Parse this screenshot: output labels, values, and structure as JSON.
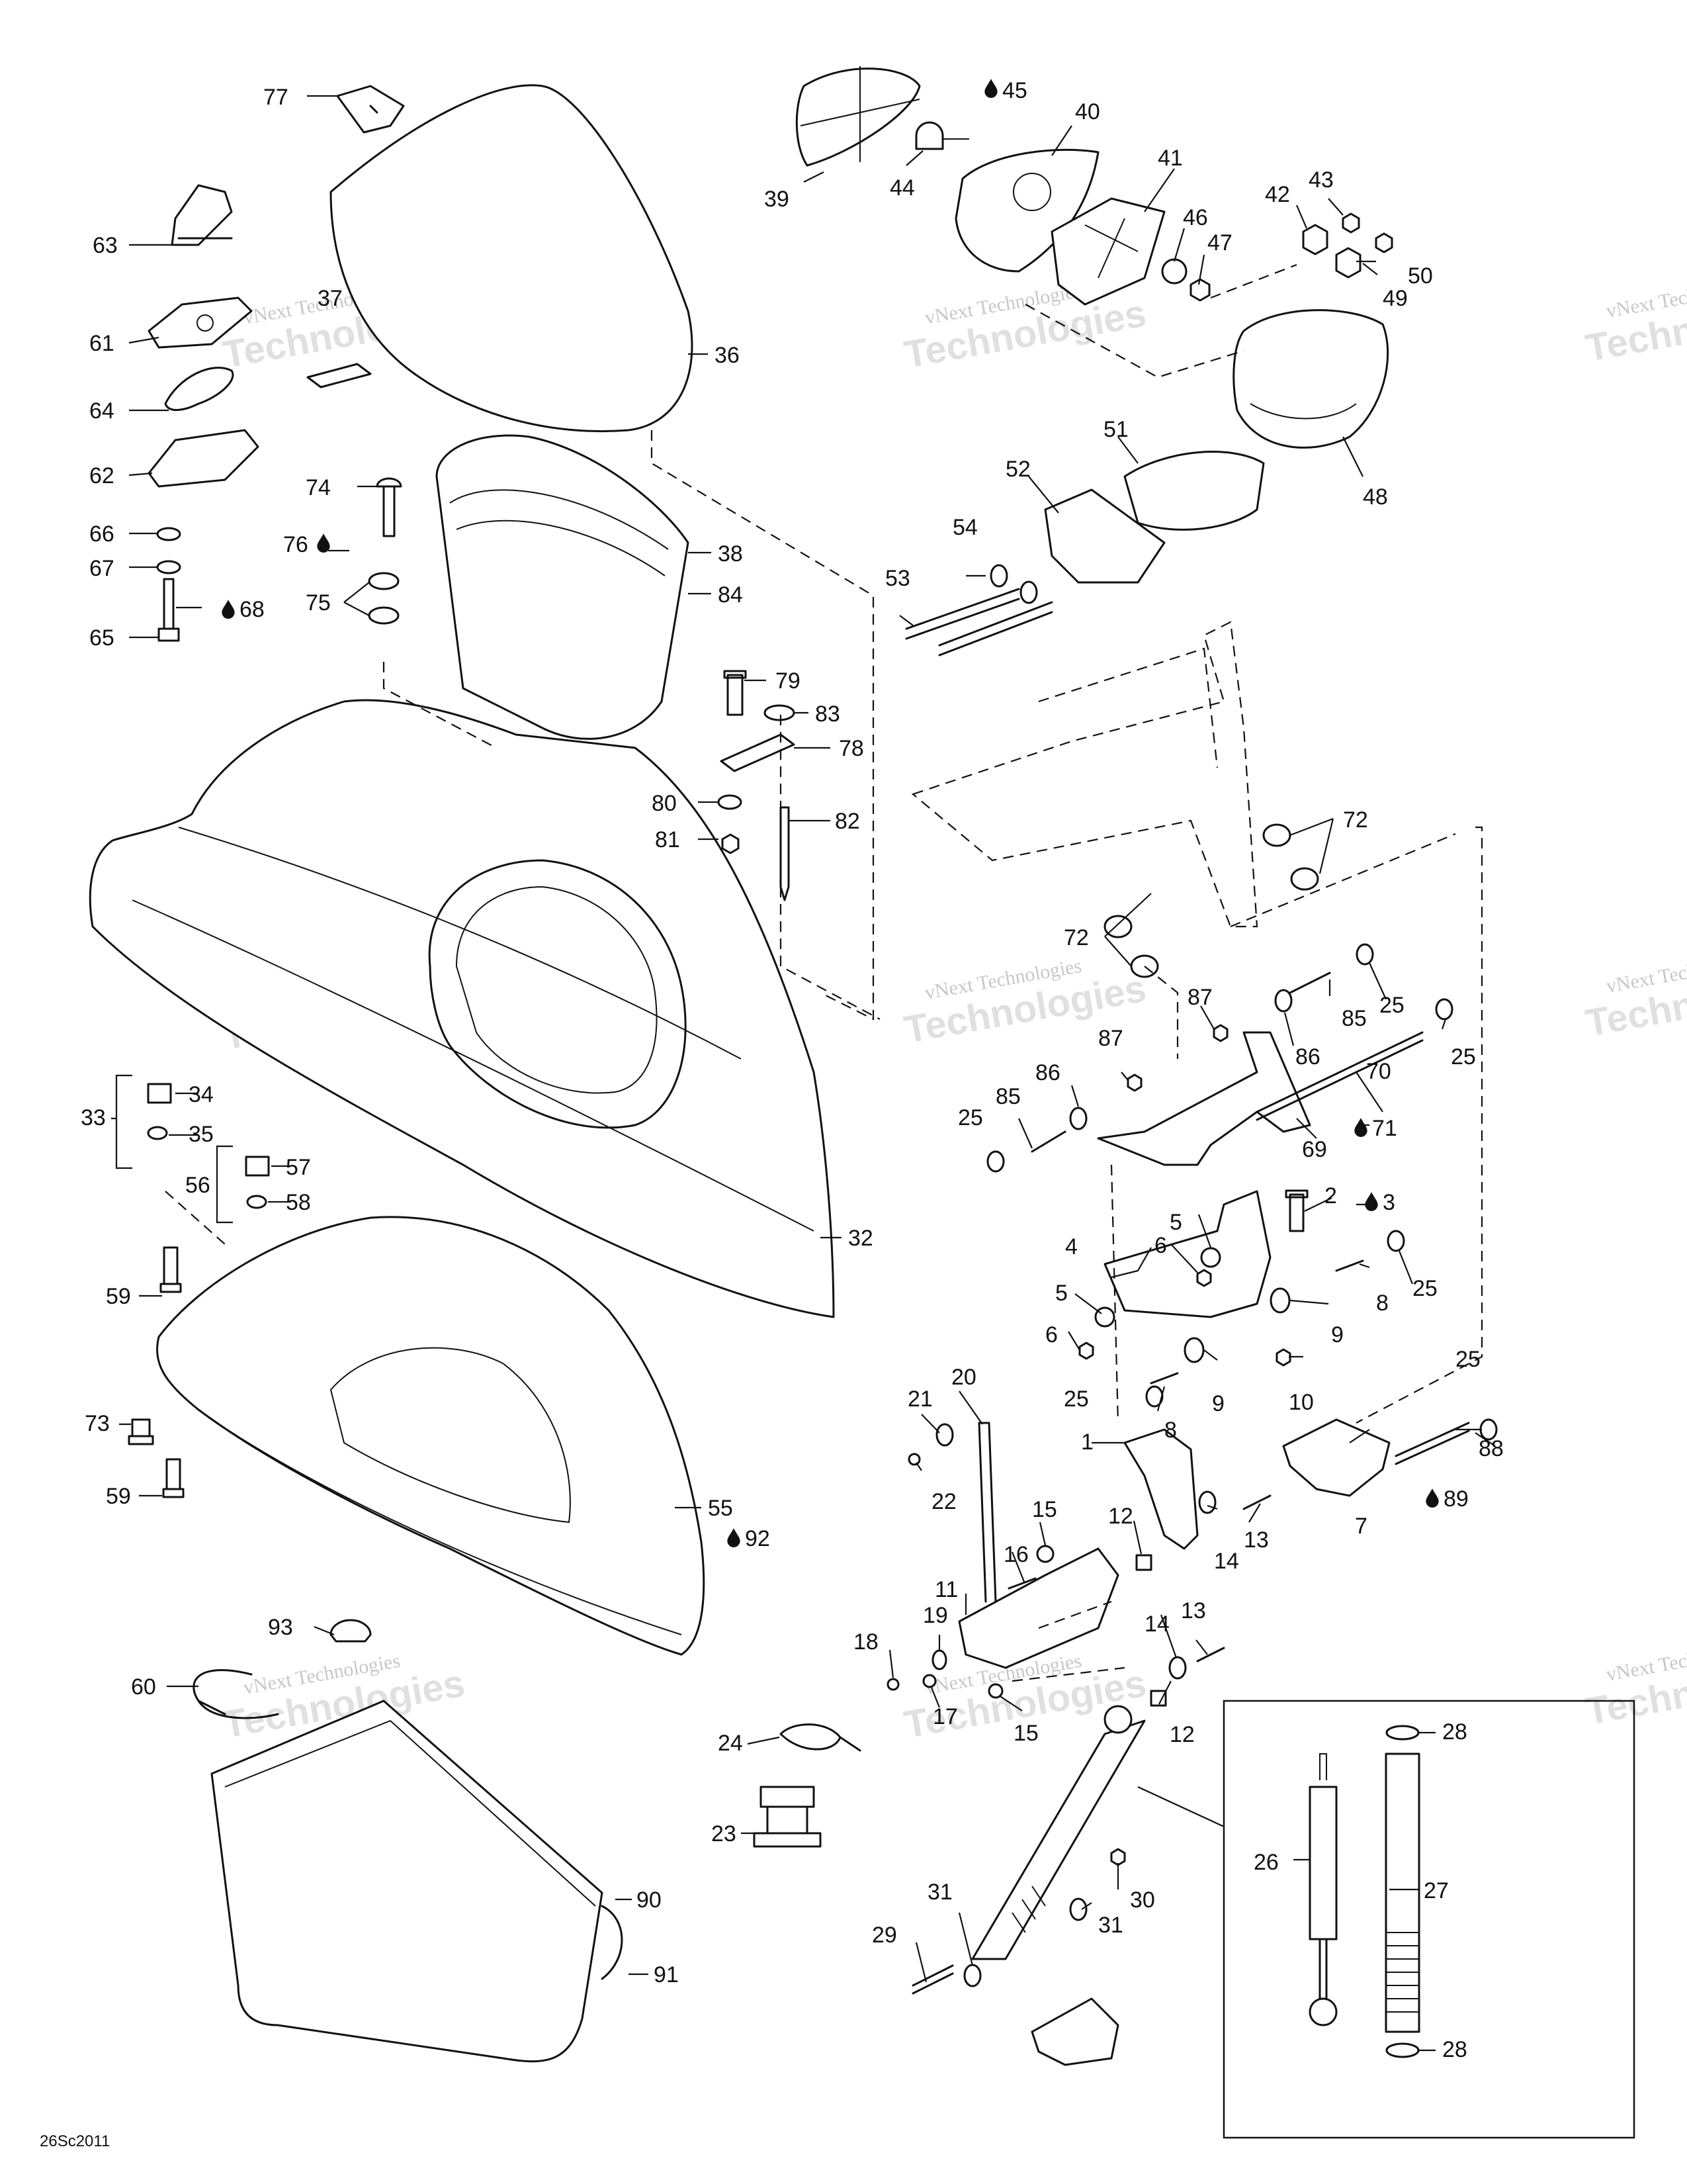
{
  "drawing_code": "26Sc2011",
  "watermark": {
    "line1": "vNext Technologies",
    "line2": "Technologies"
  },
  "drop_icon": "oil-drop-icon",
  "callouts": [
    {
      "id": "c1",
      "label": "1"
    },
    {
      "id": "c2",
      "label": "2"
    },
    {
      "id": "c3",
      "label": "3",
      "drop": true
    },
    {
      "id": "c4",
      "label": "4"
    },
    {
      "id": "c5a",
      "label": "5"
    },
    {
      "id": "c5b",
      "label": "5"
    },
    {
      "id": "c6a",
      "label": "6"
    },
    {
      "id": "c6b",
      "label": "6"
    },
    {
      "id": "c7",
      "label": "7"
    },
    {
      "id": "c8a",
      "label": "8"
    },
    {
      "id": "c8b",
      "label": "8"
    },
    {
      "id": "c9a",
      "label": "9"
    },
    {
      "id": "c9b",
      "label": "9"
    },
    {
      "id": "c10",
      "label": "10"
    },
    {
      "id": "c11",
      "label": "11"
    },
    {
      "id": "c12a",
      "label": "12"
    },
    {
      "id": "c12b",
      "label": "12"
    },
    {
      "id": "c13a",
      "label": "13"
    },
    {
      "id": "c13b",
      "label": "13"
    },
    {
      "id": "c14a",
      "label": "14"
    },
    {
      "id": "c14b",
      "label": "14"
    },
    {
      "id": "c15a",
      "label": "15"
    },
    {
      "id": "c15b",
      "label": "15"
    },
    {
      "id": "c16",
      "label": "16"
    },
    {
      "id": "c17",
      "label": "17"
    },
    {
      "id": "c18",
      "label": "18"
    },
    {
      "id": "c19",
      "label": "19"
    },
    {
      "id": "c20",
      "label": "20"
    },
    {
      "id": "c21",
      "label": "21"
    },
    {
      "id": "c22",
      "label": "22"
    },
    {
      "id": "c23",
      "label": "23"
    },
    {
      "id": "c24",
      "label": "24"
    },
    {
      "id": "c25a",
      "label": "25"
    },
    {
      "id": "c25b",
      "label": "25"
    },
    {
      "id": "c25c",
      "label": "25"
    },
    {
      "id": "c25d",
      "label": "25"
    },
    {
      "id": "c25e",
      "label": "25"
    },
    {
      "id": "c25f",
      "label": "25"
    },
    {
      "id": "c26",
      "label": "26"
    },
    {
      "id": "c27",
      "label": "27"
    },
    {
      "id": "c28a",
      "label": "28"
    },
    {
      "id": "c28b",
      "label": "28"
    },
    {
      "id": "c29",
      "label": "29"
    },
    {
      "id": "c30",
      "label": "30"
    },
    {
      "id": "c31a",
      "label": "31"
    },
    {
      "id": "c31b",
      "label": "31"
    },
    {
      "id": "c32",
      "label": "32"
    },
    {
      "id": "c33",
      "label": "33"
    },
    {
      "id": "c34",
      "label": "34"
    },
    {
      "id": "c35",
      "label": "35"
    },
    {
      "id": "c36",
      "label": "36"
    },
    {
      "id": "c37",
      "label": "37"
    },
    {
      "id": "c38",
      "label": "38"
    },
    {
      "id": "c39",
      "label": "39"
    },
    {
      "id": "c40",
      "label": "40"
    },
    {
      "id": "c41",
      "label": "41"
    },
    {
      "id": "c42",
      "label": "42"
    },
    {
      "id": "c43",
      "label": "43"
    },
    {
      "id": "c44",
      "label": "44"
    },
    {
      "id": "c45",
      "label": "45",
      "drop": true
    },
    {
      "id": "c46",
      "label": "46"
    },
    {
      "id": "c47",
      "label": "47"
    },
    {
      "id": "c48",
      "label": "48"
    },
    {
      "id": "c49",
      "label": "49"
    },
    {
      "id": "c50",
      "label": "50"
    },
    {
      "id": "c51",
      "label": "51"
    },
    {
      "id": "c52",
      "label": "52"
    },
    {
      "id": "c53",
      "label": "53"
    },
    {
      "id": "c54",
      "label": "54"
    },
    {
      "id": "c55",
      "label": "55"
    },
    {
      "id": "c56",
      "label": "56"
    },
    {
      "id": "c57",
      "label": "57"
    },
    {
      "id": "c58",
      "label": "58"
    },
    {
      "id": "c59a",
      "label": "59"
    },
    {
      "id": "c59b",
      "label": "59"
    },
    {
      "id": "c60",
      "label": "60"
    },
    {
      "id": "c61",
      "label": "61"
    },
    {
      "id": "c62",
      "label": "62"
    },
    {
      "id": "c63",
      "label": "63"
    },
    {
      "id": "c64",
      "label": "64"
    },
    {
      "id": "c65",
      "label": "65"
    },
    {
      "id": "c66",
      "label": "66"
    },
    {
      "id": "c67",
      "label": "67"
    },
    {
      "id": "c68",
      "label": "68",
      "drop": true
    },
    {
      "id": "c69",
      "label": "69"
    },
    {
      "id": "c70",
      "label": "70"
    },
    {
      "id": "c71",
      "label": "71",
      "drop": true
    },
    {
      "id": "c72a",
      "label": "72"
    },
    {
      "id": "c72b",
      "label": "72"
    },
    {
      "id": "c73",
      "label": "73"
    },
    {
      "id": "c74",
      "label": "74"
    },
    {
      "id": "c75",
      "label": "75"
    },
    {
      "id": "c76",
      "label": "76",
      "drop": true
    },
    {
      "id": "c77",
      "label": "77"
    },
    {
      "id": "c78",
      "label": "78"
    },
    {
      "id": "c79",
      "label": "79"
    },
    {
      "id": "c80",
      "label": "80"
    },
    {
      "id": "c81",
      "label": "81"
    },
    {
      "id": "c82",
      "label": "82"
    },
    {
      "id": "c83",
      "label": "83"
    },
    {
      "id": "c84",
      "label": "84"
    },
    {
      "id": "c85a",
      "label": "85"
    },
    {
      "id": "c85b",
      "label": "85"
    },
    {
      "id": "c86a",
      "label": "86"
    },
    {
      "id": "c86b",
      "label": "86"
    },
    {
      "id": "c87a",
      "label": "87"
    },
    {
      "id": "c87b",
      "label": "87"
    },
    {
      "id": "c88",
      "label": "88"
    },
    {
      "id": "c89",
      "label": "89",
      "drop": true
    },
    {
      "id": "c90",
      "label": "90"
    },
    {
      "id": "c91",
      "label": "91"
    },
    {
      "id": "c92",
      "label": "92",
      "drop": true
    },
    {
      "id": "c93",
      "label": "93"
    }
  ]
}
